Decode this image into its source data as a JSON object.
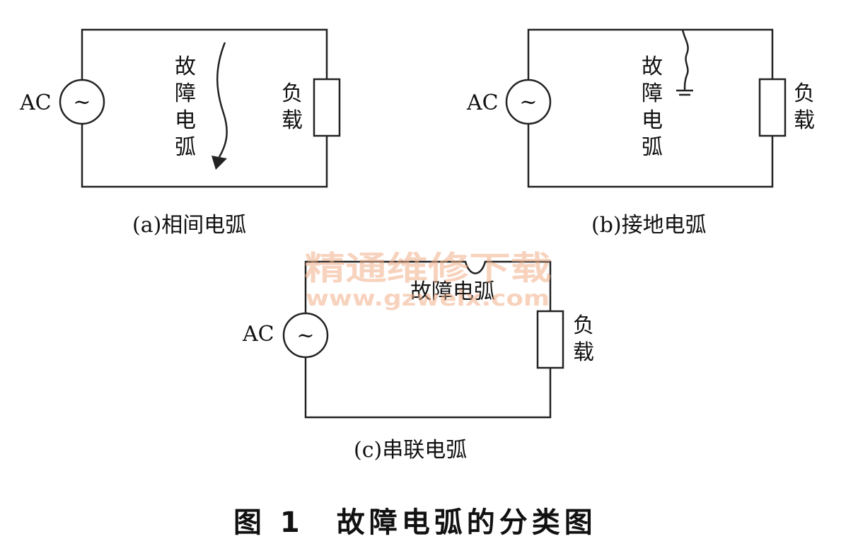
{
  "figure": {
    "caption": "图 1　故障电弧的分类图"
  },
  "circuits": [
    {
      "id": "a",
      "caption": "(a)相间电弧",
      "source_label": "AC",
      "source_symbol": "~",
      "load_label": [
        "负",
        "载"
      ],
      "fault_label": [
        "故",
        "障",
        "电",
        "弧"
      ]
    },
    {
      "id": "b",
      "caption": "(b)接地电弧",
      "source_label": "AC",
      "source_symbol": "~",
      "load_label": [
        "负",
        "载"
      ],
      "fault_label": [
        "故",
        "障",
        "电",
        "弧"
      ]
    },
    {
      "id": "c",
      "caption": "(c)串联电弧",
      "source_label": "AC",
      "source_symbol": "~",
      "load_label": [
        "负",
        "载"
      ],
      "fault_label_inline": "故障电弧"
    }
  ],
  "watermark": {
    "title": "精通维修下载",
    "url": "www.gzweix.com",
    "color": "#f2b08a"
  }
}
